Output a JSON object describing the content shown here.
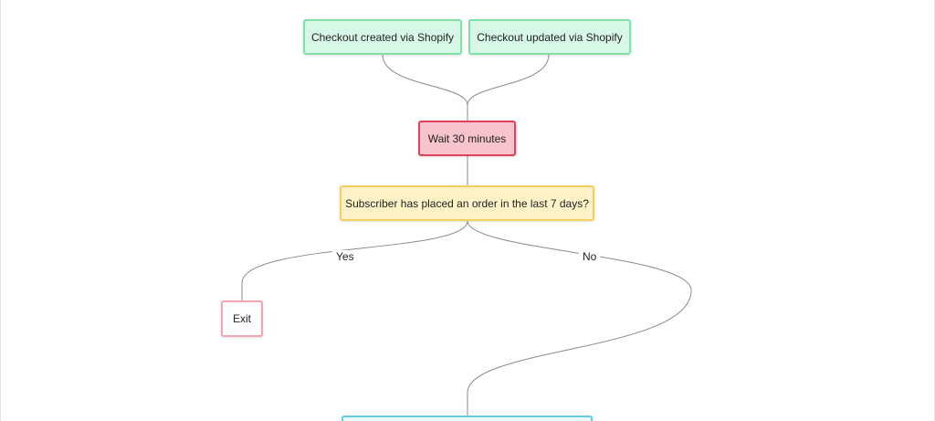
{
  "flow": {
    "triggers": [
      {
        "label": "Checkout created via Shopify"
      },
      {
        "label": "Checkout updated via Shopify"
      }
    ],
    "delay": {
      "label": "Wait 30 minutes"
    },
    "condition": {
      "label": "Subscriber has placed an order in the last 7 days?"
    },
    "branches": {
      "yes_label": "Yes",
      "no_label": "No"
    },
    "exit": {
      "label": "Exit"
    }
  },
  "colors": {
    "trigger_fill": "#d7f8e6",
    "trigger_border": "#7fe0a8",
    "delay_fill": "#f7c3cc",
    "delay_border": "#e3405f",
    "condition_fill": "#fff2c6",
    "condition_border": "#f2cf5d",
    "exit_border": "#f3a4b0",
    "next_border": "#63cbe3",
    "connector": "#8a8a8a"
  }
}
